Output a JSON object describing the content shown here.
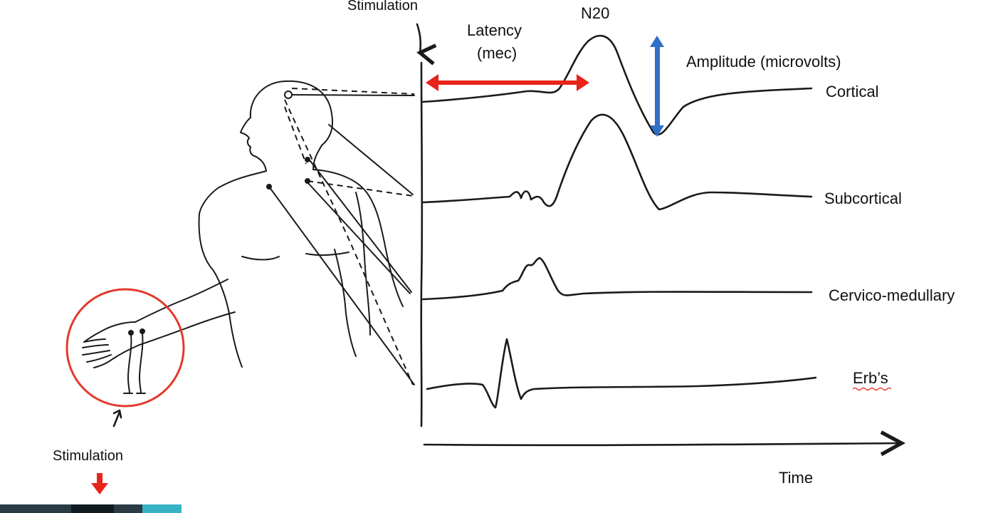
{
  "labels": {
    "top_stimulation": "Stimulation",
    "latency_line1": "Latency",
    "latency_line2": "(mec)",
    "peak": "N20",
    "amplitude": "Amplitude (microvolts)",
    "bottom_stimulation": "Stimulation",
    "time": "Time"
  },
  "traces": [
    {
      "name": "Cortical"
    },
    {
      "name": "Subcortical"
    },
    {
      "name": "Cervico-medullary"
    },
    {
      "name": "Erb’s"
    }
  ],
  "colors": {
    "ink": "#1a1a1a",
    "latency_arrow": "#e8231a",
    "amplitude_arrow": "#2f6fc6",
    "stim_circle": "#e23a2c",
    "stim_arrow": "#e8231a",
    "spellcheck_underline": "#e23a2c"
  },
  "icons": {
    "latency": "double-headed-arrow-icon",
    "amplitude": "double-headed-arrow-icon",
    "stimulation_down": "down-arrow-icon",
    "time_axis": "right-arrow-icon"
  }
}
